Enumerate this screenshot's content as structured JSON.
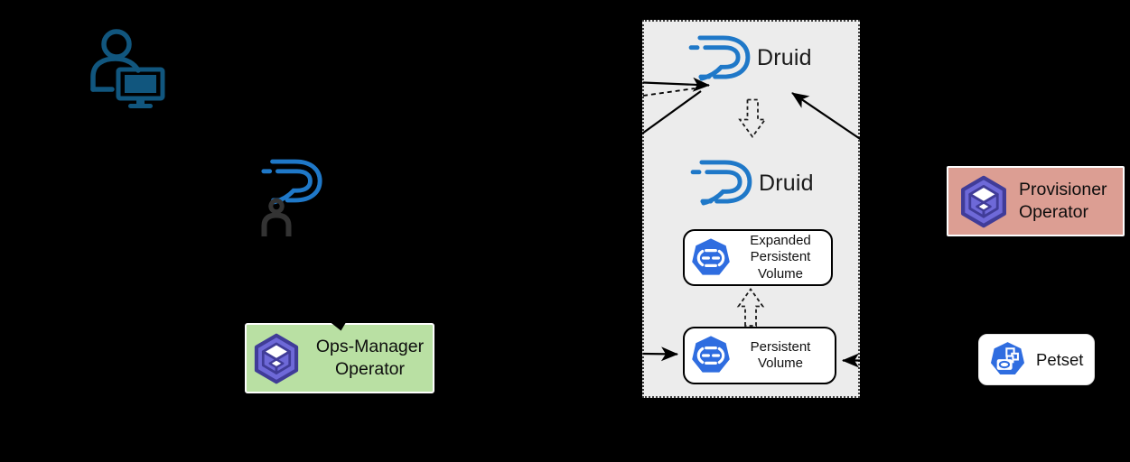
{
  "colors": {
    "background": "#000000",
    "druid_blue": "#1f78c8",
    "kubernetes_blue": "#2f6de0",
    "operator_purple": "#6e69d8",
    "operator_purple_dark": "#403c98",
    "ops_manager_bg": "#b9e0a3",
    "provisioner_bg": "#dc9e93",
    "cluster_bg": "#ececec",
    "person_teal": "#11567e",
    "person_dark": "#333333"
  },
  "cluster": {
    "druid_top_label": "Druid",
    "druid_bottom_label": "Druid",
    "expanded_pv_label": "Expanded Persistent Volume",
    "pv_label": "Persistent Volume"
  },
  "boxes": {
    "ops_manager_label": "Ops-Manager Operator",
    "provisioner_label": "Provisioner Operator",
    "petset_label": "Petset"
  },
  "icons": {
    "user": "person-at-computer-icon",
    "druid": "druid-logo-icon",
    "druid_user": "person-icon",
    "operator": "operator-cube-icon",
    "persistent_volume": "kubernetes-persistent-volume-icon",
    "petset": "kubernetes-petset-icon"
  }
}
